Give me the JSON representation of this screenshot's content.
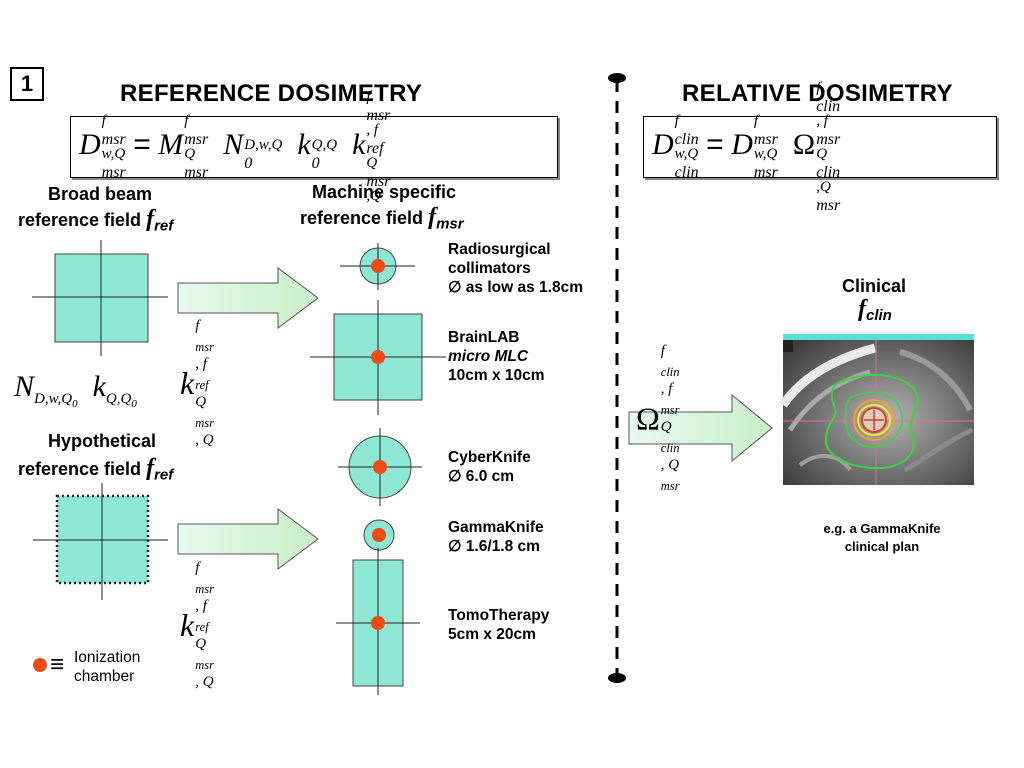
{
  "panel_number": "1",
  "left_heading": "REFERENCE DOSIMETRY",
  "right_heading": "RELATIVE DOSIMETRY",
  "left_eq": {
    "lhs": "D",
    "lhs_sup": "f",
    "lhs_sup2": "msr",
    "lhs_sub": "w,Q",
    "lhs_sub2": "msr",
    "m": "M",
    "m_sup": "f",
    "m_sup2": "msr",
    "m_sub": "Q",
    "m_sub2": "msr",
    "n": "N",
    "n_sub": "D,w,Q",
    "n_sub2": "0",
    "k1": "k",
    "k1_sub": "Q,Q",
    "k1_sub2": "0",
    "k2": "k",
    "k2_sup": "f",
    "k2_sup2": "msr",
    "k2_sup3": ", f",
    "k2_sup4": "ref",
    "k2_sub": "Q",
    "k2_sub2": "msr",
    "k2_sub3": ",Q"
  },
  "right_eq": {
    "lhs": "D",
    "lhs_sup": "f",
    "lhs_sup2": "clin",
    "lhs_sub": "w,Q",
    "lhs_sub2": "clin",
    "rhs": "D",
    "rhs_sup": "f",
    "rhs_sup2": "msr",
    "rhs_sub": "w,Q",
    "rhs_sub2": "msr",
    "omega": "Ω",
    "omega_sup": "f",
    "omega_sup2": "clin",
    "omega_sup3": ", f",
    "omega_sup4": "msr",
    "omega_sub": "Q",
    "omega_sub2": "clin",
    "omega_sub3": ",Q",
    "omega_sub4": "msr"
  },
  "broad_beam": {
    "line1": "Broad beam",
    "line2": "reference field ",
    "f": "f",
    "sub": "ref"
  },
  "machine_specific": {
    "line1": "Machine specific",
    "line2": "reference field ",
    "f": "f",
    "sub": "msr"
  },
  "hypothetical": {
    "line1": "Hypothetical",
    "line2": "reference field  ",
    "f": "f",
    "sub": "ref"
  },
  "clinical": {
    "line1": "Clinical",
    "f": "f",
    "sub": "clin"
  },
  "k_arrow": {
    "k": "k",
    "sup1": "f",
    "sup1b": "msr",
    "sup2": ", f",
    "sup2b": "ref",
    "sub1": "Q",
    "sub1b": "msr",
    "sub2": ", Q"
  },
  "omega_arrow": {
    "o": "Ω",
    "sup1": "f",
    "sup1b": "clin",
    "sup2": ", f",
    "sup2b": "msr",
    "sub1": "Q",
    "sub1b": "clin",
    "sub2": ", Q",
    "sub2b": "msr"
  },
  "nk": {
    "n": "N",
    "n_sub": "D,w,Q",
    "n_sub2": "0",
    "k": "k",
    "k_sub": "Q,Q",
    "k_sub2": "0"
  },
  "fields": [
    {
      "line1": "Radiosurgical",
      "line2": "collimators",
      "line3": "∅ as low as 1.8cm"
    },
    {
      "line1": "BrainLAB",
      "line2": "micro MLC",
      "line3": "10cm x 10cm"
    },
    {
      "line1": "CyberKnife",
      "line2": "∅ 6.0 cm"
    },
    {
      "line1": "GammaKnife",
      "line2": "∅ 1.6/1.8 cm"
    },
    {
      "line1": "TomoTherapy",
      "line2": "5cm x 20cm"
    }
  ],
  "legend": {
    "symbol": "≡",
    "line1": "Ionization",
    "line2": "chamber"
  },
  "caption": {
    "line1": "e.g. a GammaKnife",
    "line2": "clinical plan"
  },
  "colors": {
    "field": "#8ee6d4",
    "chamber": "#f04a16",
    "arrow": "#d3f5cf"
  }
}
